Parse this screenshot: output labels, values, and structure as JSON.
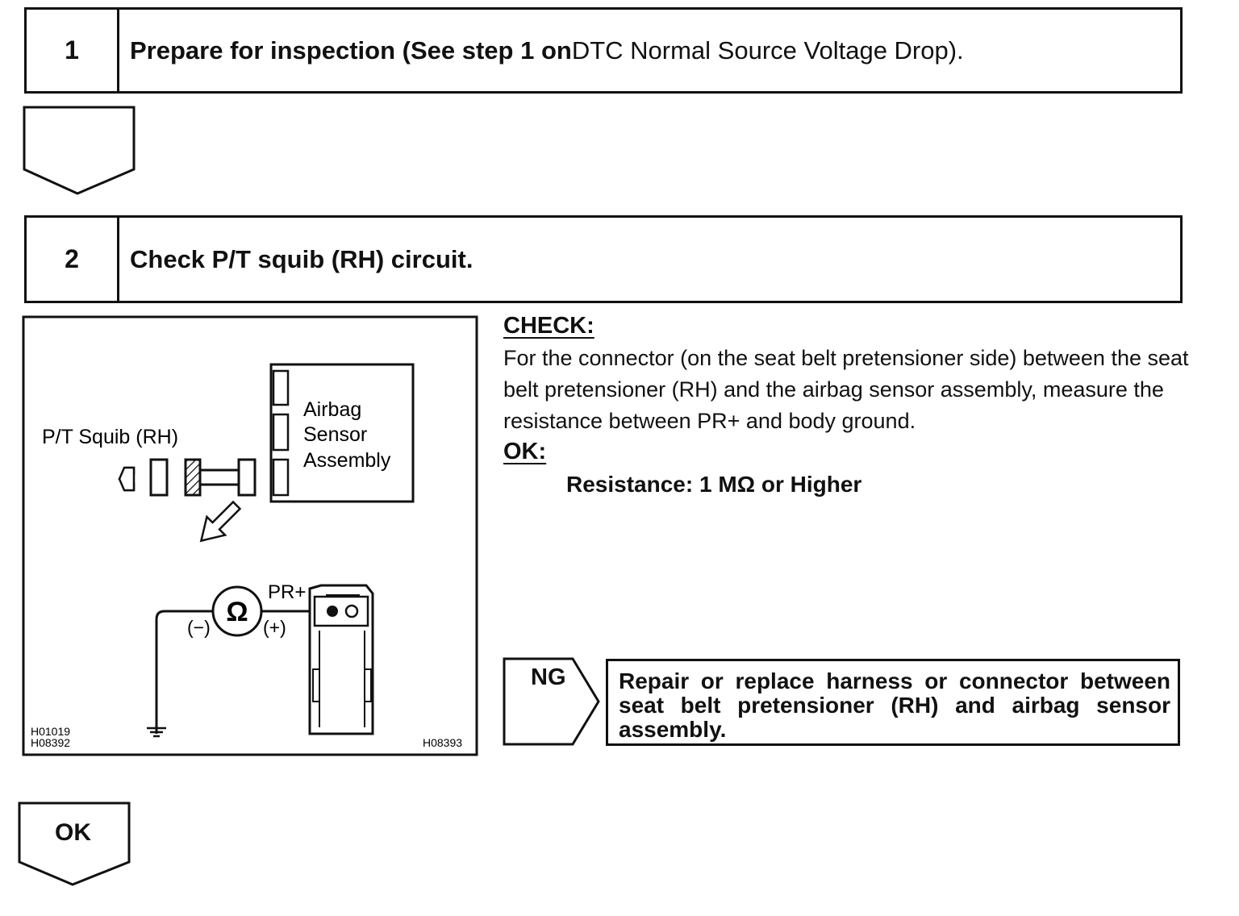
{
  "step1": {
    "number": "1",
    "title_bold": "Prepare for inspection (See step 1 on",
    "title_ref": " DTC Normal Source Voltage Drop)."
  },
  "step2": {
    "number": "2",
    "title": "Check P/T squib (RH) circuit."
  },
  "diagram": {
    "squib_label": "P/T Squib (RH)",
    "sensor_line1": "Airbag",
    "sensor_line2": "Sensor",
    "sensor_line3": "Assembly",
    "ohm_symbol": "Ω",
    "minus_label": "(−)",
    "plus_label": "(+)",
    "terminal_label": "PR+",
    "code_left_1": "H01019",
    "code_left_2": "H08392",
    "code_right": "H08393"
  },
  "check": {
    "heading": "CHECK:",
    "body": "For the connector (on the seat belt pretensioner side) between the seat belt pretensioner (RH) and the airbag sensor assembly, measure the resistance between PR+ and body ground.",
    "ok_heading": "OK:",
    "spec": "Resistance: 1 MΩ or Higher"
  },
  "ng": {
    "label": "NG",
    "text": "Repair or replace harness or connector between seat belt pretensioner (RH) and airbag sensor assembly."
  },
  "ok_arrow": {
    "label": "OK"
  }
}
